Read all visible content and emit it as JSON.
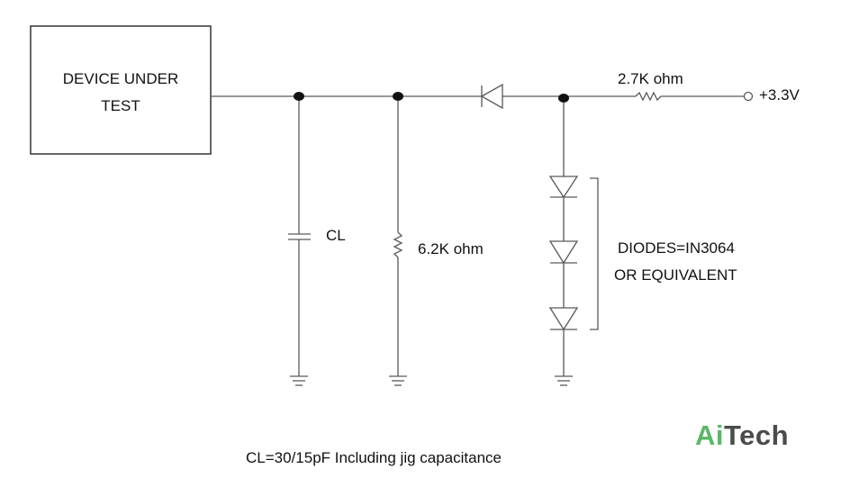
{
  "dut": {
    "line1": "DEVICE UNDER",
    "line2": "TEST"
  },
  "labels": {
    "cl": "CL",
    "r_load": "6.2K ohm",
    "r_pullup": "2.7K ohm",
    "supply": "+3.3V",
    "diodes_line1": "DIODES=IN3064",
    "diodes_line2": "OR EQUIVALENT",
    "footnote": "CL=30/15pF Including jig capacitance"
  },
  "logo": {
    "part1": "Ai",
    "part2": "Tech"
  },
  "colors": {
    "line": "#595959",
    "text": "#111111",
    "logo_green": "#5ab865",
    "logo_gray": "#4b4b4b"
  }
}
